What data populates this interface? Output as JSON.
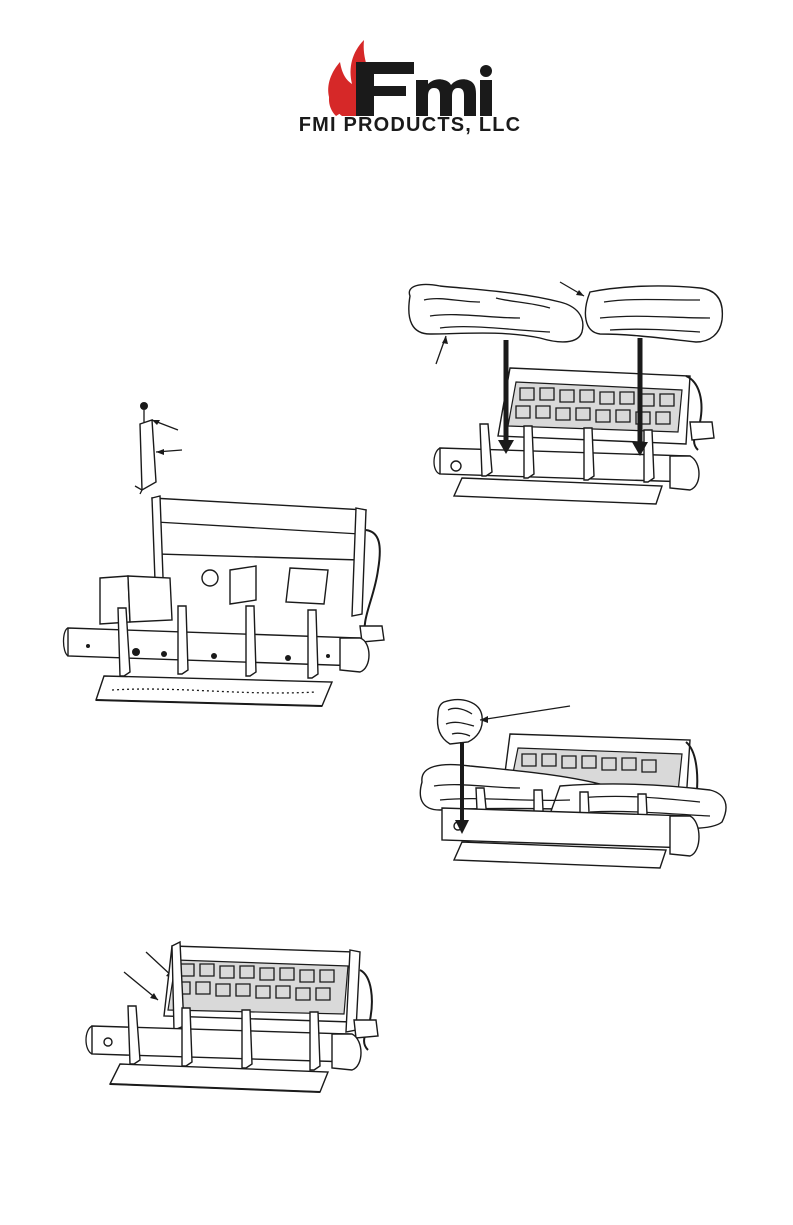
{
  "header": {
    "logo_word": "Fmi",
    "company_name": "FMI PRODUCTS, LLC",
    "colors": {
      "flame": "#d62828",
      "ink": "#1a1a1a"
    }
  },
  "figures": [
    {
      "id": "bracket-removal",
      "icon": "log-grate-with-bracket"
    },
    {
      "id": "rear-log-install",
      "icon": "log-set-placement"
    },
    {
      "id": "ember-bed",
      "icon": "grate-with-ember-bed"
    },
    {
      "id": "small-log-install",
      "icon": "small-log-placement"
    }
  ]
}
